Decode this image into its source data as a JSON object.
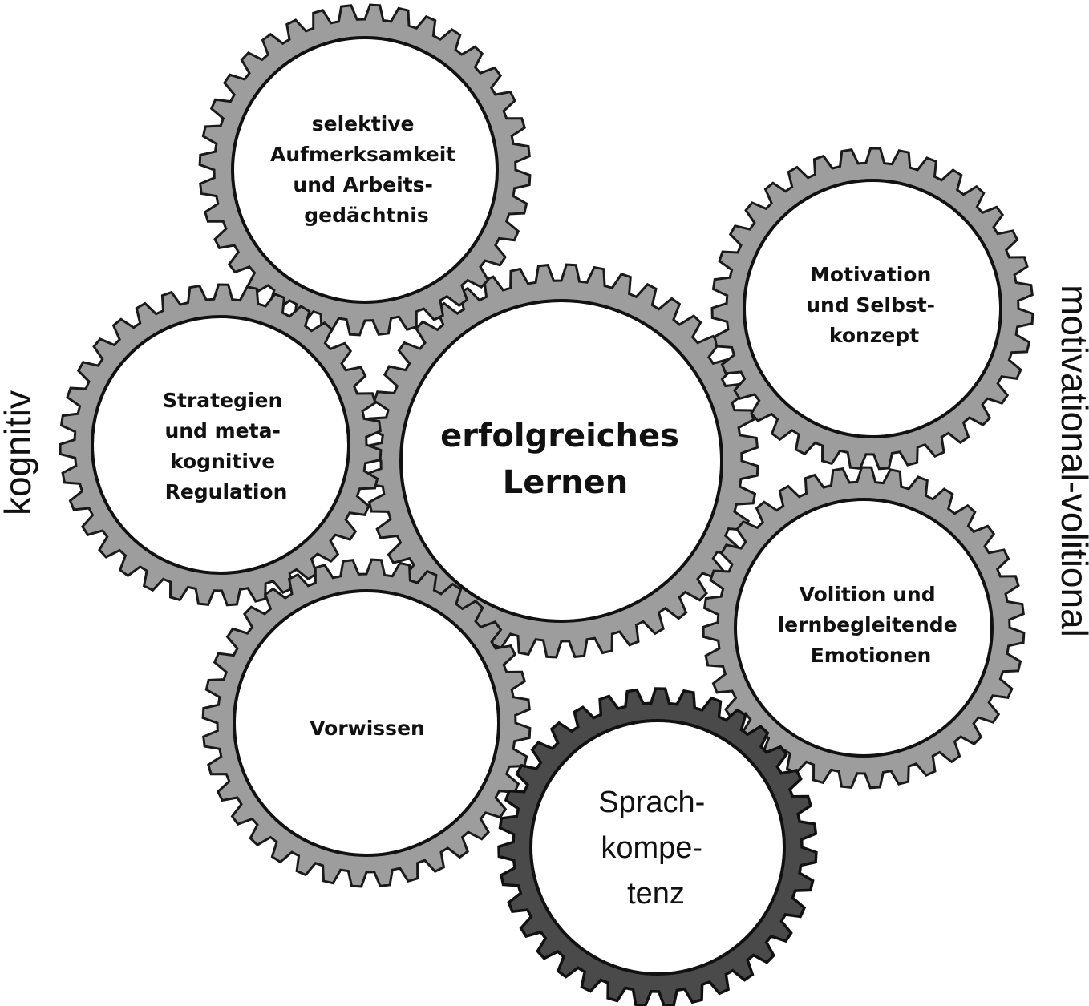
{
  "center": {
    "label_lines": [
      "erfolgreiches",
      "Lernen"
    ]
  },
  "gears": [
    {
      "id": "aufmerksamkeit",
      "label_lines": [
        "selektive",
        "Aufmerksamkeit",
        "und Arbeits-",
        "gedächtnis"
      ]
    },
    {
      "id": "strategien",
      "label_lines": [
        "Strategien",
        "und meta-",
        "kognitive",
        "Regulation"
      ]
    },
    {
      "id": "vorwissen",
      "label_lines": [
        "Vorwissen"
      ]
    },
    {
      "id": "motivation",
      "label_lines": [
        "Motivation",
        "und Selbst-",
        "konzept"
      ]
    },
    {
      "id": "volition",
      "label_lines": [
        "Volition und",
        "lernbegleitende",
        "Emotionen"
      ]
    },
    {
      "id": "sprachkompetenz",
      "label_lines": [
        "Sprach-",
        "kompe-",
        "tenz"
      ]
    }
  ],
  "side_labels": {
    "left": "kognitiv",
    "right": "motivational-volitional"
  }
}
